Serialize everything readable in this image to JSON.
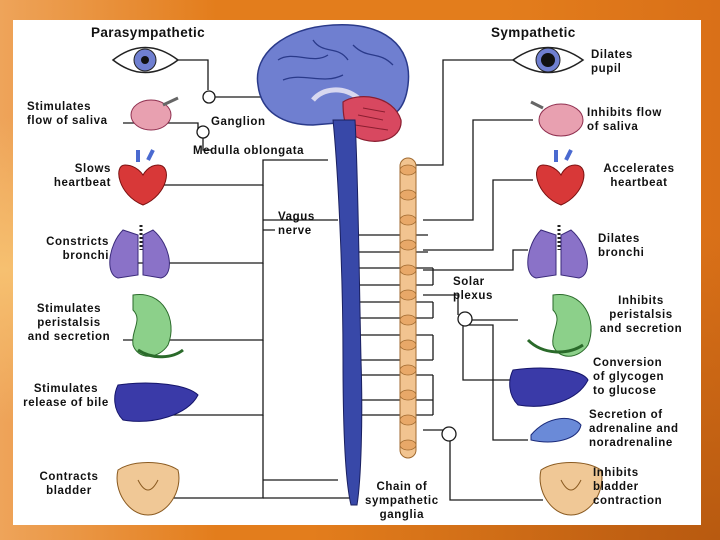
{
  "headers": {
    "left": "Parasympathetic",
    "right": "Sympathetic"
  },
  "center": {
    "ganglion": "Ganglion",
    "medulla": "Medulla oblongata",
    "vagus": "Vagus\nnerve",
    "solar": "Solar\nplexus",
    "chain": "Chain of\nsympathetic\nganglia"
  },
  "left_labels": [
    "Stimulates\nflow of saliva",
    "Slows\nheartbeat",
    "Constricts\nbronchi",
    "Stimulates\nperistalsis\nand secretion",
    "Stimulates\nrelease of bile",
    "Contracts\nbladder"
  ],
  "right_labels": [
    "Dilates\npupil",
    "Inhibits flow\nof saliva",
    "Accelerates\nheartbeat",
    "Dilates\nbronchi",
    "Inhibits\nperistalsis\nand secretion",
    "Conversion\nof glycogen\nto glucose",
    "Secretion of\nadrenaline and\nnoradrenaline",
    "Inhibits\nbladder\ncontraction"
  ],
  "colors": {
    "brain": "#6f7fd0",
    "cerebellum": "#d84860",
    "cord": "#3848a8",
    "chain": "#f2c490",
    "heart": "#d83838",
    "lung": "#8a72c8",
    "stomach": "#8cd08a",
    "liver": "#3a3aa8",
    "bladder": "#f0c896"
  }
}
